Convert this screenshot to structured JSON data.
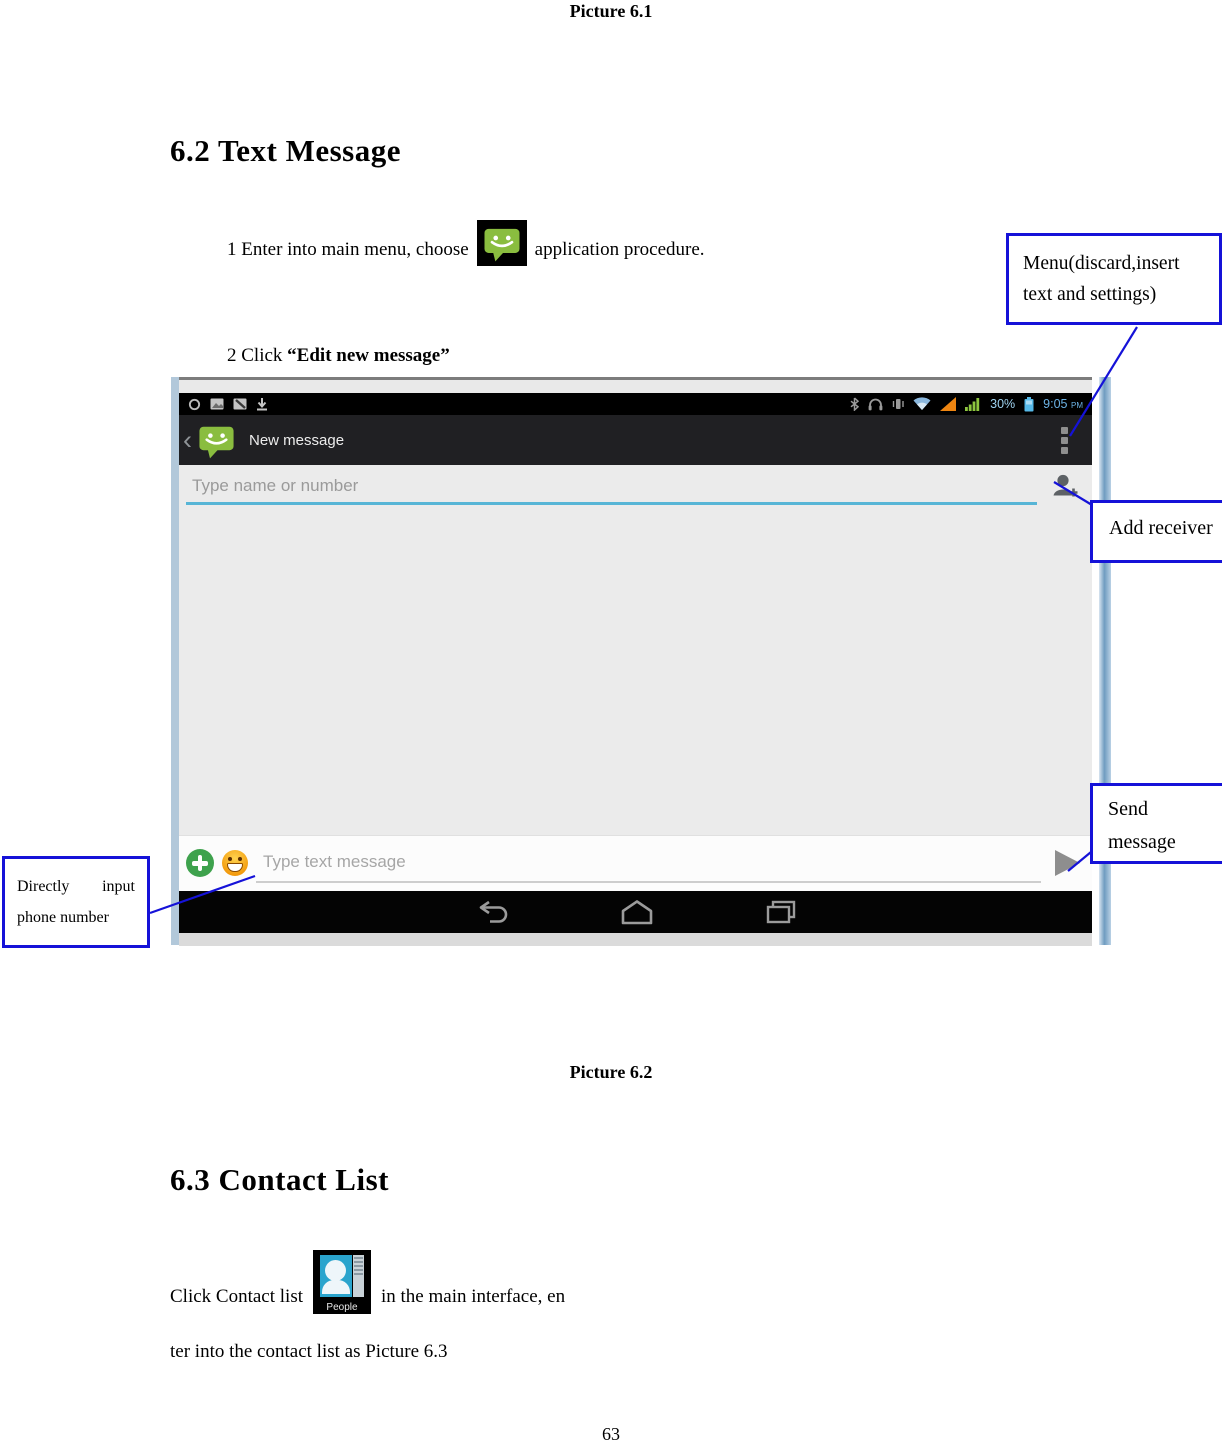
{
  "doc": {
    "caption_above": "Picture 6.1",
    "caption_below": "Picture 6.2",
    "page_number": "63",
    "section_62_heading": "6.2 Text Message",
    "step1_prefix": "1 Enter into main menu, choose",
    "step1_suffix": "application procedure.",
    "step2_prefix": "2 Click ",
    "step2_emphasis": "“Edit new message”",
    "section_63_heading": "6.3 Contact List",
    "contact_line1_prefix": "Click Contact list",
    "contact_line1_suffix": "in the main interface, en",
    "contact_line2": "ter into the contact list as Picture 6.3",
    "people_icon_label": "People"
  },
  "callouts": {
    "menu_line1": "Menu(discard,insert",
    "menu_line2": "text and settings)",
    "add_receiver": "Add receiver",
    "send_line1": "Send",
    "send_line2": "message",
    "direct_line1": "Directly input",
    "direct_line2": "phone number",
    "border_color": "#1512d8"
  },
  "screenshot": {
    "status": {
      "battery_percent": "30%",
      "time": "9:05",
      "meridiem": "PM"
    },
    "action_bar": {
      "back_glyph": "‹",
      "title": "New message"
    },
    "recipient": {
      "placeholder": "Type name or number"
    },
    "compose": {
      "placeholder": "Type text message"
    },
    "colors": {
      "holo_blue": "#57b5d6",
      "messenger_green": "#8abd3f",
      "signal_orange": "#ee8511",
      "signal_green": "#8dc63f",
      "scrollbar_blue": "#6f9cc0"
    }
  }
}
